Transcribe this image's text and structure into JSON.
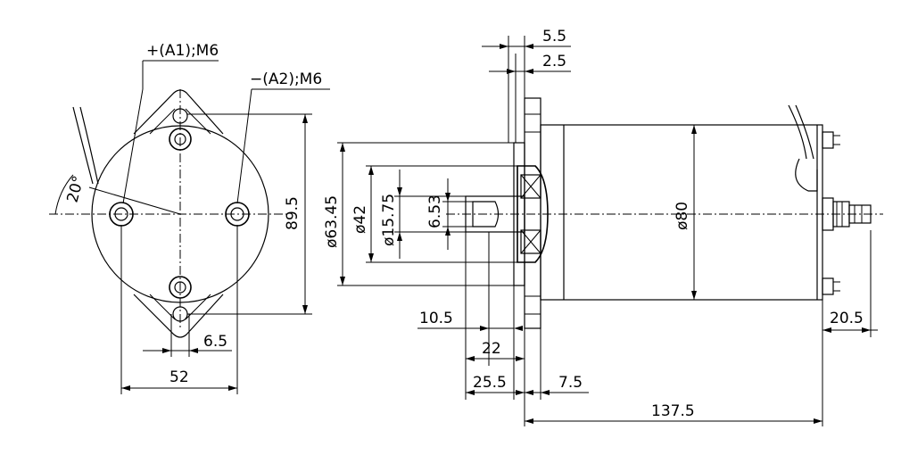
{
  "labels": {
    "a1": "+(A1);M6",
    "a2": "−(A2);M6",
    "angle": "20°",
    "d89_5": "89.5",
    "d6_5": "6.5",
    "d52": "52",
    "d5_5": "5.5",
    "d2_5": "2.5",
    "d63_45": "ø63.45",
    "d42": "ø42",
    "d15_75": "ø15.75",
    "d6_53": "6.53",
    "d80": "ø80",
    "d10_5": "10.5",
    "d22": "22",
    "d25_5": "25.5",
    "d7_5": "7.5",
    "d137_5": "137.5",
    "d20_5": "20.5"
  }
}
